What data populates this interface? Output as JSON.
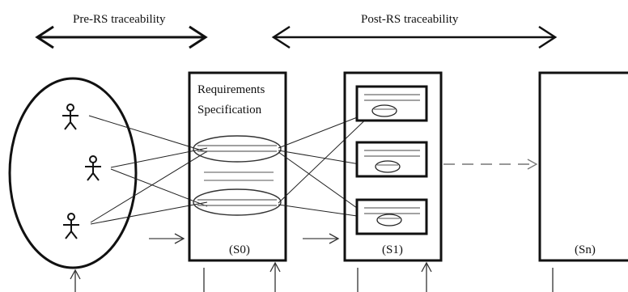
{
  "headers": {
    "pre_rs": "Pre-RS traceability",
    "post_rs": "Post-RS traceability"
  },
  "spec_box": {
    "line1": "Requirements",
    "line2": "Specification",
    "stage": "(S0)"
  },
  "stage_boxes": {
    "s1": "(S1)",
    "sn": "(Sn)"
  },
  "icons": {
    "stakeholder": "stick-figure-icon"
  },
  "colors": {
    "ink": "#111111",
    "light_line": "#555555",
    "dashed": "#777777"
  }
}
